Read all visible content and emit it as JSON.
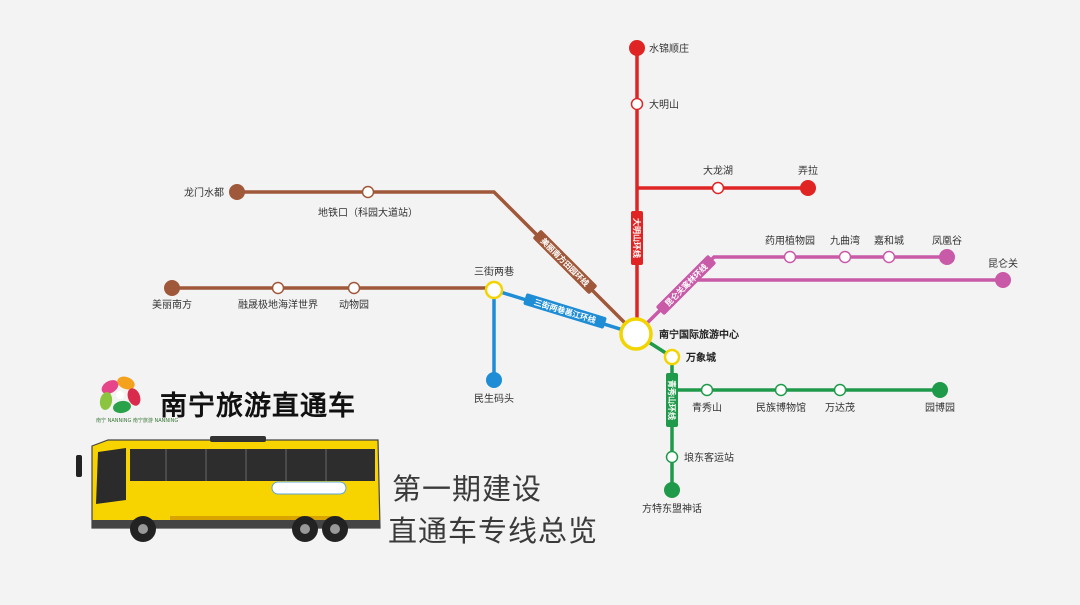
{
  "brand": {
    "title": "南宁旅游直通车",
    "logo_caption": "南宁 NANNING 南宁旅游 NANNING"
  },
  "headline": {
    "line1": "第一期建设",
    "line2": "直通车专线总览"
  },
  "hub": {
    "name": "南宁国际旅游中心"
  },
  "colors": {
    "brown": "#a0583a",
    "red": "#e02424",
    "magenta": "#c85aa8",
    "blue": "#1f8dd6",
    "green": "#1f9a4a",
    "yellow": "#f1d400",
    "bus": "#f7d400"
  },
  "routes": {
    "brown_route": "美丽南方田园环线",
    "red_route": "大明山环线",
    "magenta_route": "昆仑关鸾林环线",
    "blue_route": "三街两巷邕江环线",
    "green_route": "青秀山环线"
  },
  "stations": {
    "longmen": "龙门水都",
    "metro_kejiyuan": "地铁口（科园大道站）",
    "meili_nanfang": "美丽南方",
    "rongsheng": "融晟极地海洋世界",
    "dongwuyuan": "动物园",
    "sanjie": "三街两巷",
    "minsheng": "民生码头",
    "shuijin": "水锦顺庄",
    "daming": "大明山",
    "dalonghu": "大龙湖",
    "nongla": "弄拉",
    "yaoyong": "药用植物园",
    "jiuqu": "九曲湾",
    "jiahe": "嘉和城",
    "fenghuang": "凤凰谷",
    "kunlun": "昆仑关",
    "wanxiang": "万象城",
    "qingxiu": "青秀山",
    "minzu": "民族博物馆",
    "wanda": "万达茂",
    "yuanbo": "园博园",
    "langdong": "埌东客运站",
    "fangte": "方特东盟神话"
  }
}
